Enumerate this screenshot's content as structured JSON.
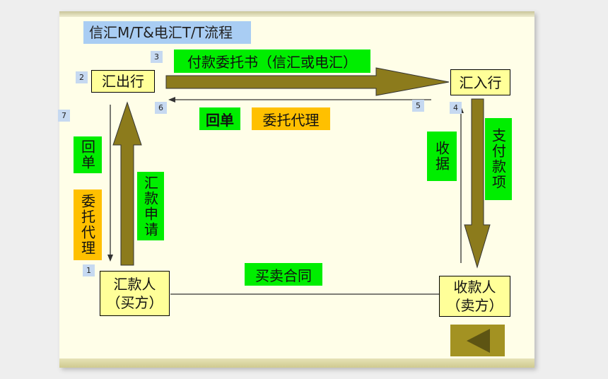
{
  "title": "信汇M/T&电汇T/T流程",
  "nodes": {
    "remit_bank": "汇出行",
    "receive_bank": "汇入行",
    "payer_line1": "汇款人",
    "payer_line2": "（买方）",
    "payee_line1": "收款人",
    "payee_line2": "（卖方）"
  },
  "labels": {
    "payment_order": "付款委托书（信汇或电汇）",
    "receipt_top": "回单",
    "agency_top": "委托代理",
    "receipt_left": "回单",
    "agency_left": "委托代理",
    "remit_application": "汇款申请",
    "receipt_right": "收据",
    "pay_funds": "支付款项",
    "contract": "买卖合同"
  },
  "steps": [
    "1",
    "2",
    "3",
    "4",
    "5",
    "6",
    "7"
  ],
  "colors": {
    "arrow": "#8c7b1c",
    "green": "#00ee00",
    "orange": "#ffc000",
    "node": "#ffff99"
  }
}
